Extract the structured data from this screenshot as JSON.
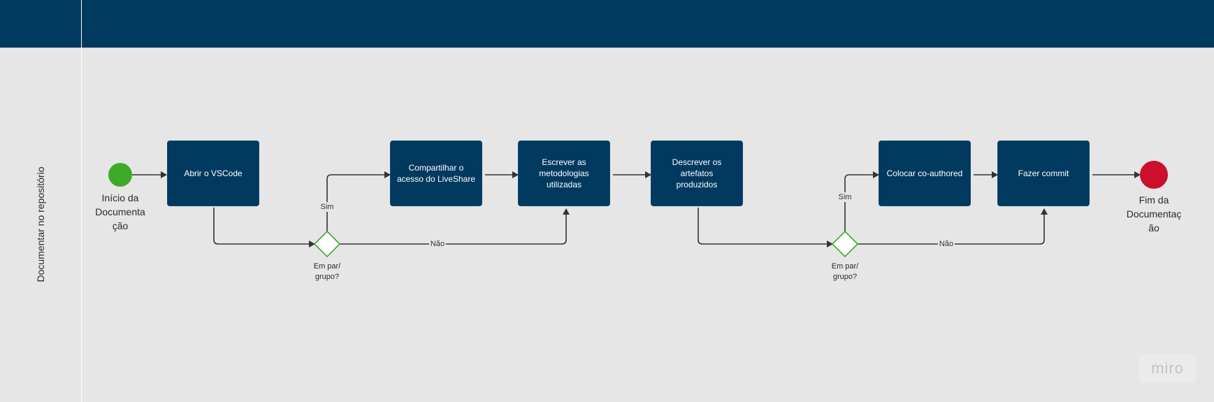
{
  "lane": {
    "label": "Documentar no repositório"
  },
  "events": {
    "start": {
      "label_lines": [
        "Início da",
        "Documenta",
        "ção"
      ],
      "color": "#3daa2a"
    },
    "end": {
      "label_lines": [
        "Fim da",
        "Documentaç",
        "ão"
      ],
      "color": "#cc0f2c"
    }
  },
  "tasks": [
    {
      "id": "abrir",
      "lines": [
        "Abrir o VSCode"
      ]
    },
    {
      "id": "compartilhar",
      "lines": [
        "Compartilhar o",
        "acesso do LiveShare"
      ]
    },
    {
      "id": "escrever",
      "lines": [
        "Escrever as",
        "metodologias",
        "utilizadas"
      ]
    },
    {
      "id": "descrever",
      "lines": [
        "Descrever os",
        "artefatos",
        "produzidos"
      ]
    },
    {
      "id": "coauthored",
      "lines": [
        "Colocar co-authored"
      ]
    },
    {
      "id": "commit",
      "lines": [
        "Fazer commit"
      ]
    }
  ],
  "gateways": [
    {
      "label_lines": [
        "Em par/",
        "grupo?"
      ],
      "yes": "Sim",
      "no": "Não"
    },
    {
      "label_lines": [
        "Em par/",
        "grupo?"
      ],
      "yes": "Sim",
      "no": "Não"
    }
  ],
  "colors": {
    "task_fill": "#02395f",
    "header": "#02395f",
    "gateway_stroke": "#3daa2a",
    "edge": "#333333"
  },
  "watermark": "miro"
}
